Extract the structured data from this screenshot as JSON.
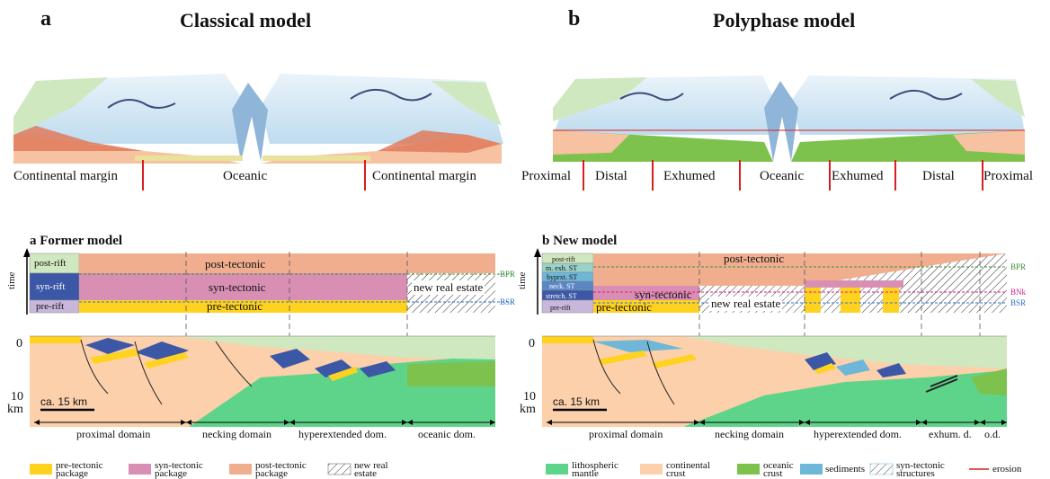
{
  "top": {
    "a": {
      "letter": "a",
      "title": "Classical model",
      "domains": [
        "Continental margin",
        "Oceanic",
        "Continental margin"
      ]
    },
    "b": {
      "letter": "b",
      "title": "Polyphase model",
      "domains": [
        "Proximal",
        "Distal",
        "Exhumed",
        "Oceanic",
        "Exhumed",
        "Distal",
        "Proximal"
      ]
    }
  },
  "former": {
    "title": "a Former model",
    "time_label": "time",
    "rows": [
      "post-rift",
      "syn-rift",
      "pre-rift"
    ],
    "packages": [
      "post-tectonic",
      "syn-tectonic",
      "pre-tectonic"
    ],
    "new_real_estate": "new real estate",
    "bpr": "BPR",
    "bsr": "BSR",
    "depth_0": "0",
    "depth_10": "10",
    "depth_unit": "km",
    "scale": "ca. 15 km",
    "domains": [
      "proximal domain",
      "necking domain",
      "hyperextended dom.",
      "oceanic dom."
    ]
  },
  "new": {
    "title": "b New model",
    "time_label": "time",
    "rows": [
      "post-rift",
      "m. exh. ST",
      "hyprxt. ST",
      "neck. ST",
      "stretch. ST",
      "pre-rift"
    ],
    "packages": [
      "post-tectonic",
      "syn-tectonic",
      "pre-tectonic"
    ],
    "new_real_estate": "new real estate",
    "bpr": "BPR",
    "bnk": "BNk",
    "bsr": "BSR",
    "depth_0": "0",
    "depth_10": "10",
    "depth_unit": "km",
    "scale": "ca. 15 km",
    "domains": [
      "proximal domain",
      "necking domain",
      "hyperextended dom.",
      "exhum. d.",
      "o.d."
    ]
  },
  "legend_left": [
    "pre-tectonic package",
    "syn-tectonic package",
    "post-tectonic package",
    "new real estate"
  ],
  "legend_right": [
    "lithospheric mantle",
    "continental crust",
    "oceanic crust",
    "sediments",
    "syn-tectonic structures",
    "erosion"
  ],
  "colors": {
    "pre": "#ffd21f",
    "syn": "#d88fb3",
    "post": "#f1ae8f",
    "postrift": "#cfe8c0",
    "synrift": "#3b57a6",
    "prerift": "#c9b6db",
    "mantle": "#5ed48a",
    "crust": "#fcd0aa",
    "oceanic": "#7cc24c",
    "sea": "#cfe6f3",
    "red": "#d81e1e"
  }
}
